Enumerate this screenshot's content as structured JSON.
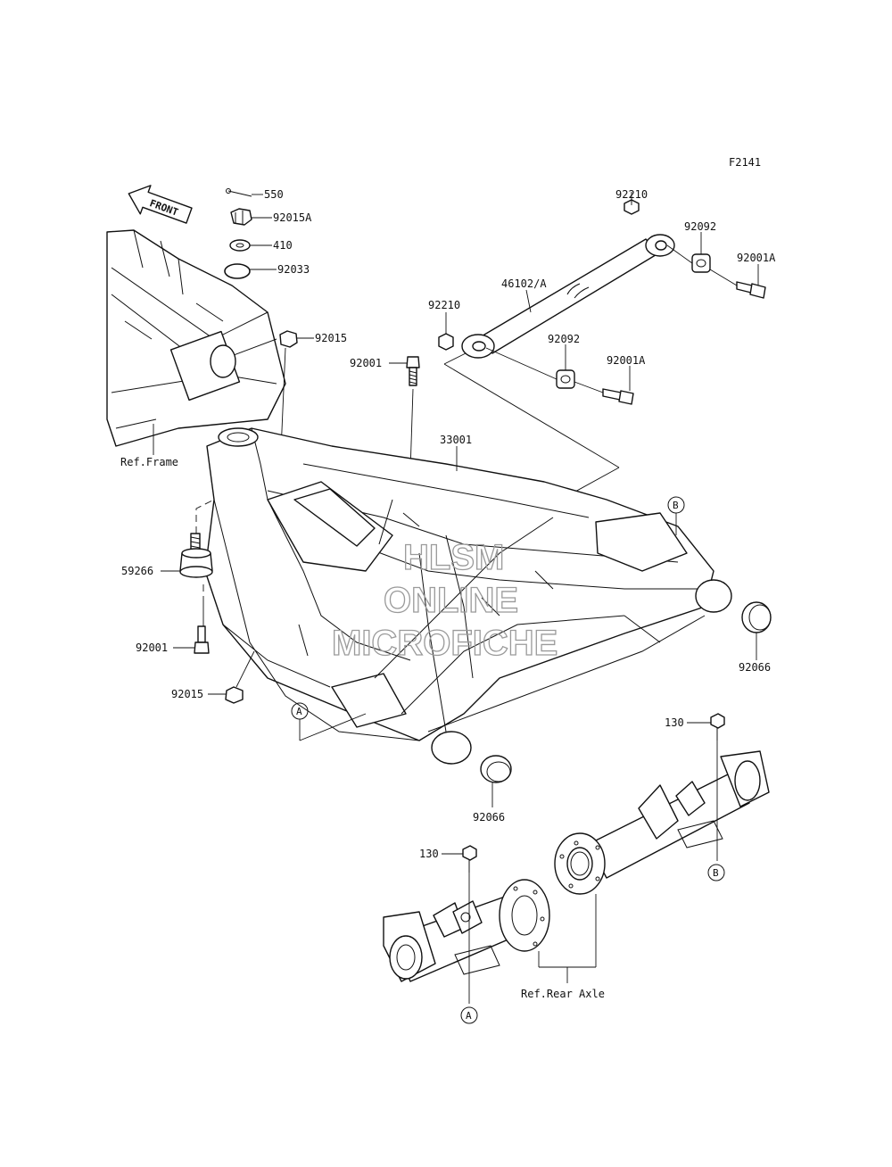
{
  "diagram": {
    "figure_code": "F2141",
    "front_badge": "FRONT",
    "watermark": [
      "HLSM",
      "ONLINE",
      "MICROFICHE"
    ],
    "ref_labels": {
      "frame": "Ref.Frame",
      "rear_axle": "Ref.Rear Axle"
    },
    "connectors": {
      "a": "A",
      "b": "B"
    },
    "callouts": {
      "p550": "550",
      "p92015A": "92015A",
      "p410": "410",
      "p92033": "92033",
      "p92015_top": "92015",
      "p92001_top": "92001",
      "p92210_left": "92210",
      "p46102": "46102/A",
      "p92210_top": "92210",
      "p92092_right": "92092",
      "p92001A_right": "92001A",
      "p92092_mid": "92092",
      "p92001A_mid": "92001A",
      "p33001": "33001",
      "p59266": "59266",
      "p92001_left": "92001",
      "p92015_bottom": "92015",
      "p92066_right": "92066",
      "p92066_bottom": "92066",
      "p130_right": "130",
      "p130_left": "130"
    }
  }
}
